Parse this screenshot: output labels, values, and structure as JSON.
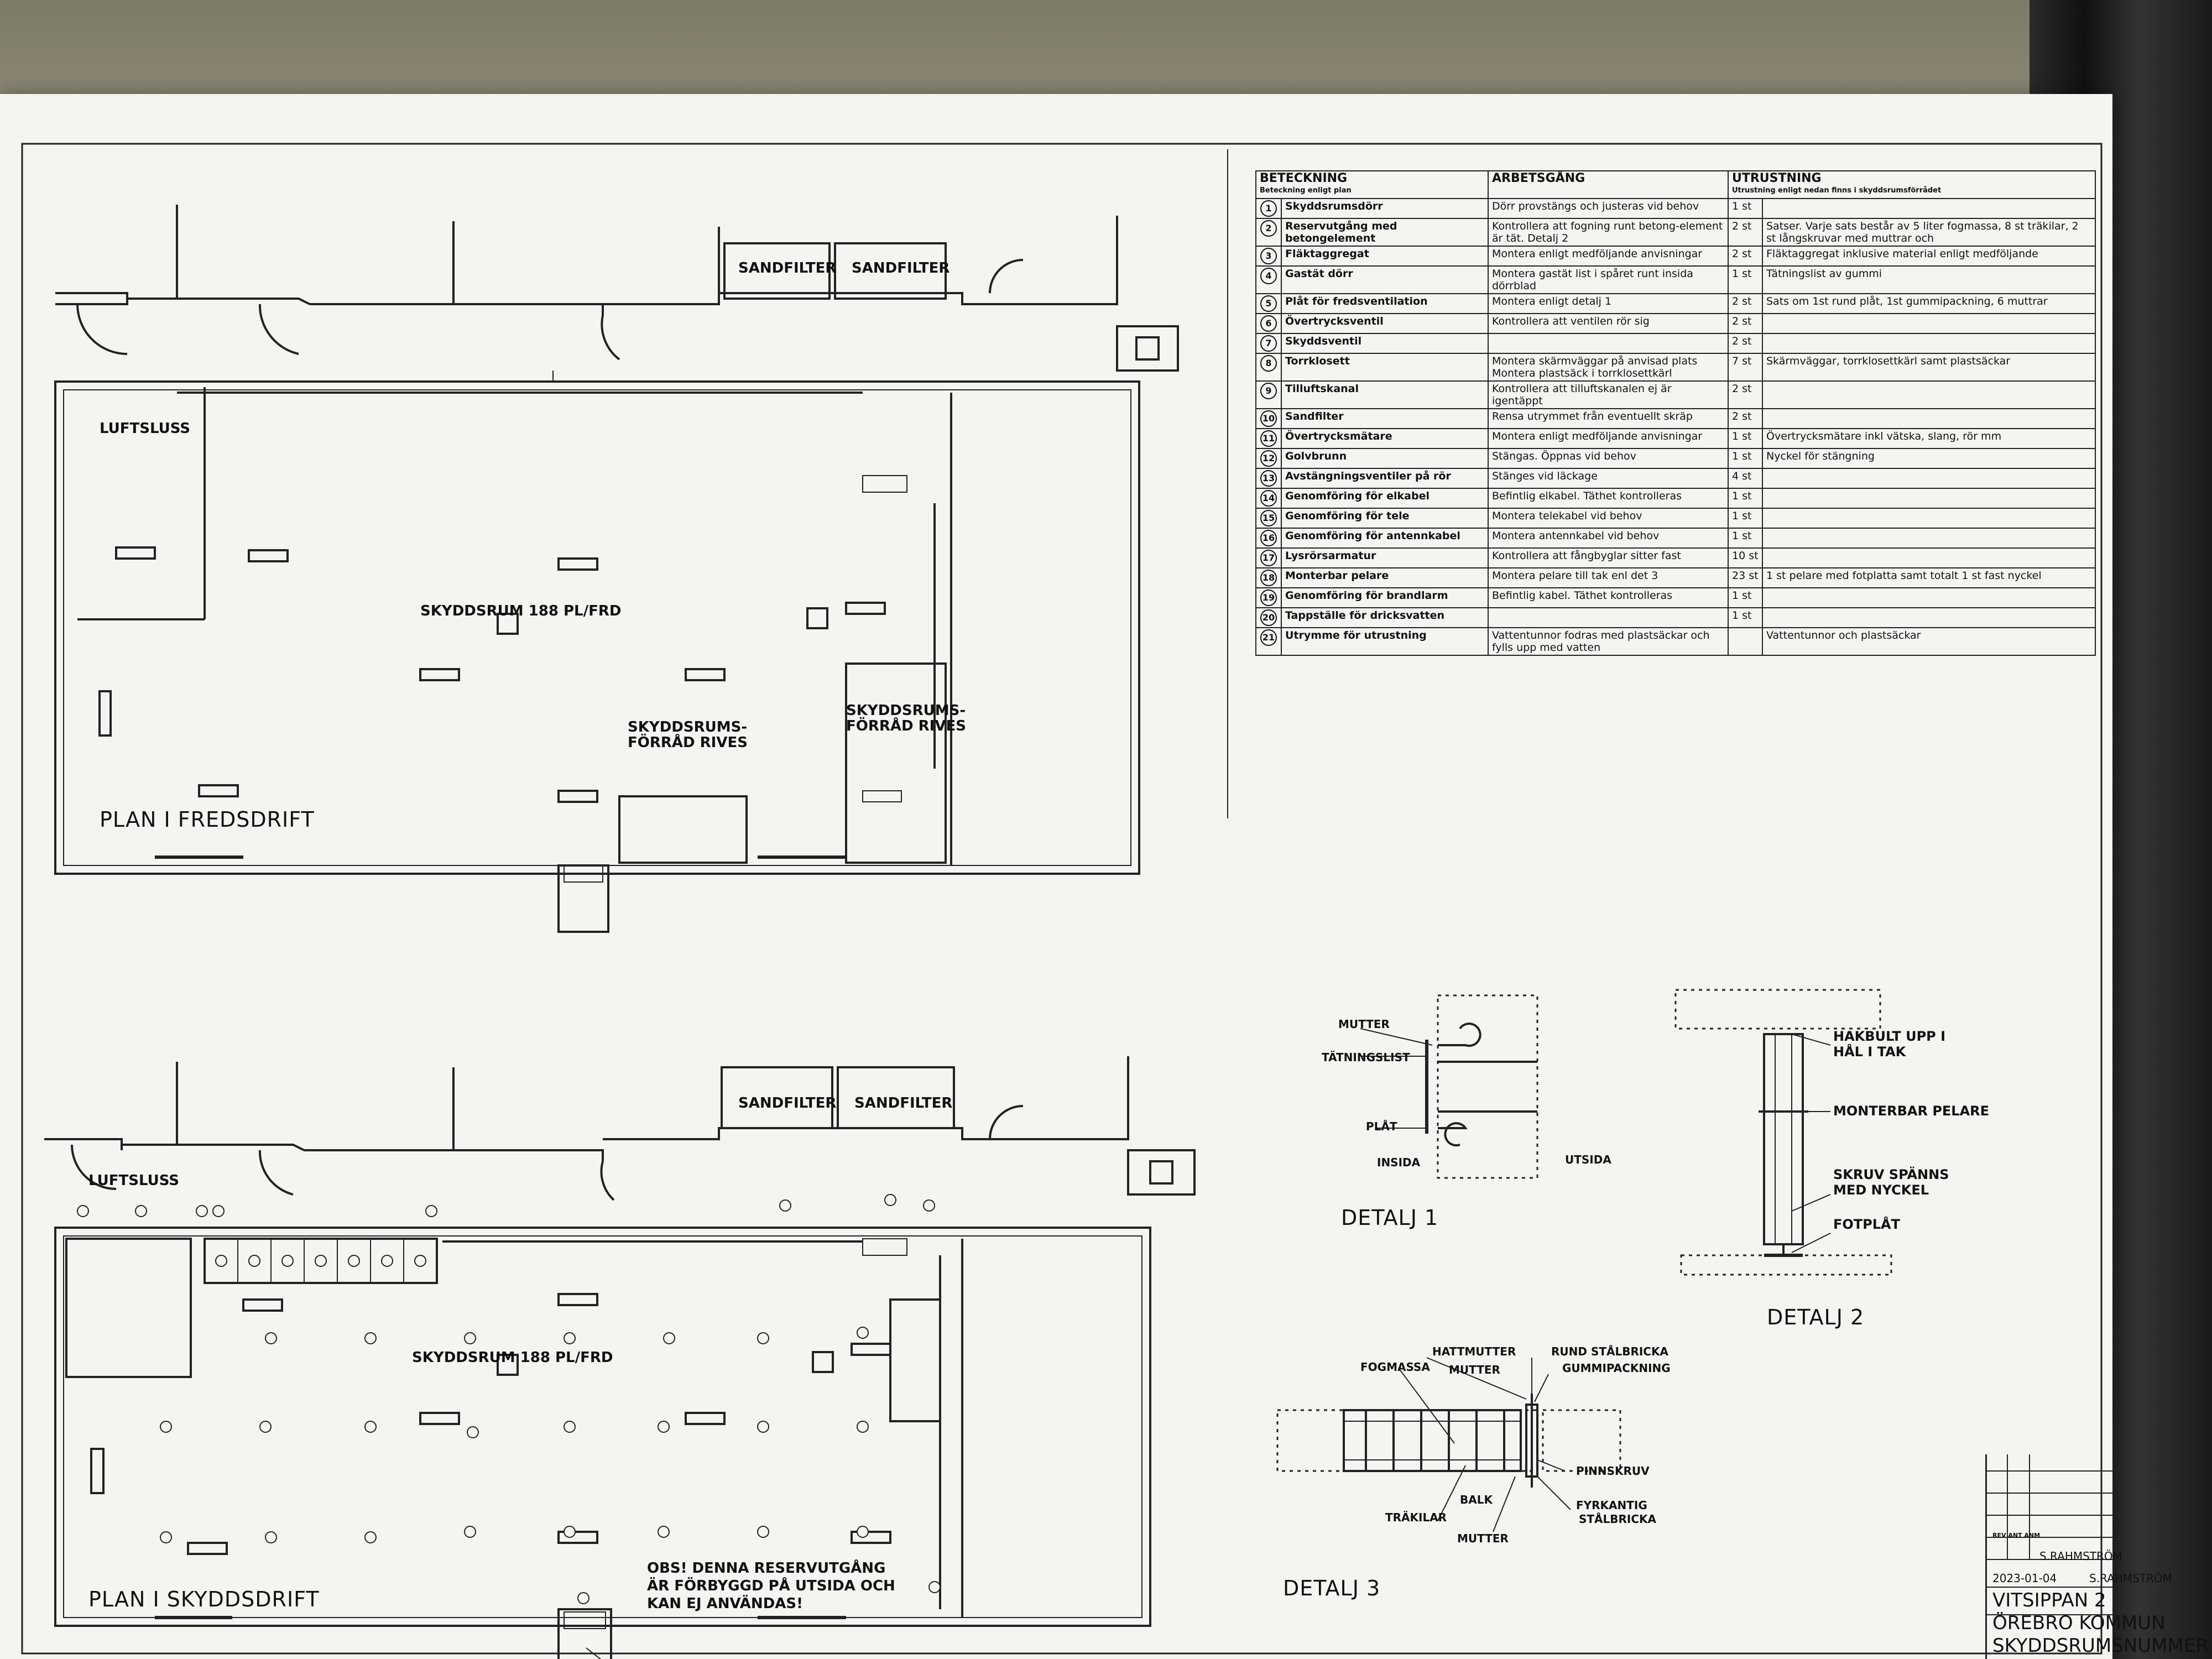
{
  "legend": {
    "headers": {
      "designation": "BETECKNING",
      "designation_sub": "Beteckning enligt plan",
      "procedure": "ARBETSGÅNG",
      "equipment": "UTRUSTNING",
      "equipment_sub": "Utrustning enligt nedan finns i skyddsrumsförrådet"
    },
    "rows": [
      {
        "no": "1",
        "name": "Skyddsrumsdörr",
        "work": "Dörr provstängs och justeras vid behov",
        "qty": "1 st",
        "equip": ""
      },
      {
        "no": "2",
        "name": "Reservutgång med betongelement",
        "work": "Kontrollera att fogning runt betong-element är tät. Detalj 2",
        "qty": "2 st",
        "equip": "Satser. Varje sats består av 5 liter fogmassa, 8 st träkilar, 2 st långskruvar med muttrar och"
      },
      {
        "no": "3",
        "name": "Fläktaggregat",
        "work": "Montera enligt medföljande anvisningar",
        "qty": "2 st",
        "equip": "Fläktaggregat inklusive material enligt medföljande"
      },
      {
        "no": "4",
        "name": "Gastät dörr",
        "work": "Montera gastät list i spåret runt insida dörrblad",
        "qty": "1 st",
        "equip": "Tätningslist av gummi"
      },
      {
        "no": "5",
        "name": "Plåt för fredsventilation",
        "work": "Montera enligt detalj 1",
        "qty": "2 st",
        "equip": "Sats om 1st rund plåt, 1st gummipackning, 6 muttrar"
      },
      {
        "no": "6",
        "name": "Övertrycksventil",
        "work": "Kontrollera att ventilen rör sig",
        "qty": "2 st",
        "equip": ""
      },
      {
        "no": "7",
        "name": "Skyddsventil",
        "work": "",
        "qty": "2 st",
        "equip": ""
      },
      {
        "no": "8",
        "name": "Torrklosett",
        "work": "Montera skärmväggar på anvisad plats Montera plastsäck i torrklosettkärl",
        "qty": "7 st",
        "equip": "Skärmväggar, torrklosettkärl samt plastsäckar"
      },
      {
        "no": "9",
        "name": "Tilluftskanal",
        "work": "Kontrollera att tilluftskanalen ej är igentäppt",
        "qty": "2 st",
        "equip": ""
      },
      {
        "no": "10",
        "name": "Sandfilter",
        "work": "Rensa utrymmet från eventuellt skräp",
        "qty": "2 st",
        "equip": ""
      },
      {
        "no": "11",
        "name": "Övertrycksmätare",
        "work": "Montera enligt medföljande anvisningar",
        "qty": "1 st",
        "equip": "Övertrycksmätare inkl vätska, slang, rör mm"
      },
      {
        "no": "12",
        "name": "Golvbrunn",
        "work": "Stängas. Öppnas vid behov",
        "qty": "1 st",
        "equip": "Nyckel för stängning"
      },
      {
        "no": "13",
        "name": "Avstängningsventiler på rör",
        "work": "Stänges vid läckage",
        "qty": "4 st",
        "equip": ""
      },
      {
        "no": "14",
        "name": "Genomföring för elkabel",
        "work": "Befintlig elkabel. Täthet kontrolleras",
        "qty": "1 st",
        "equip": ""
      },
      {
        "no": "15",
        "name": "Genomföring för tele",
        "work": "Montera telekabel vid behov",
        "qty": "1 st",
        "equip": ""
      },
      {
        "no": "16",
        "name": "Genomföring för antennkabel",
        "work": "Montera antennkabel vid behov",
        "qty": "1 st",
        "equip": ""
      },
      {
        "no": "17",
        "name": "Lysrörsarmatur",
        "work": "Kontrollera att fångbyglar sitter fast",
        "qty": "10 st",
        "equip": ""
      },
      {
        "no": "18",
        "name": "Monterbar pelare",
        "work": "Montera pelare till tak enl det 3",
        "qty": "23 st",
        "equip": "1 st pelare med fotplatta samt totalt 1 st fast nyckel"
      },
      {
        "no": "19",
        "name": "Genomföring för brandlarm",
        "work": "Befintlig kabel. Täthet kontrolleras",
        "qty": "1 st",
        "equip": ""
      },
      {
        "no": "20",
        "name": "Tappställe för dricksvatten",
        "work": "",
        "qty": "1 st",
        "equip": ""
      },
      {
        "no": "21",
        "name": "Utrymme för utrustning",
        "work": "Vattentunnor fodras med plastsäckar och fylls upp med vatten",
        "qty": "",
        "equip": "Vattentunnor och plastsäckar"
      }
    ]
  },
  "plan_top": {
    "title": "PLAN I FREDSDRIFT",
    "room_main": "SKYDDSRUM 188 PL/FRD",
    "room_airlock": "LUFTSLUSS",
    "sand1": "SANDFILTER",
    "sand2": "SANDFILTER",
    "storage1_a": "SKYDDSRUMS-",
    "storage1_b": "FÖRRÅD RIVES",
    "storage2_a": "SKYDDSRUMS-",
    "storage2_b": "FÖRRÅD RIVES"
  },
  "plan_bottom": {
    "title": "PLAN I SKYDDSDRIFT",
    "room_main": "SKYDDSRUM 188 PL/FRD",
    "room_airlock": "LUFTSLUSS",
    "sand1": "SANDFILTER",
    "sand2": "SANDFILTER",
    "note": "OBS! DENNA RESERVUTGÅNG ÄR FÖRBYGGD PÅ UTSIDA OCH KAN EJ ANVÄNDAS!"
  },
  "details": {
    "d1": {
      "title": "DETALJ 1",
      "mutter": "MUTTER",
      "list": "TÄTNINGSLIST",
      "plat": "PLÅT",
      "insida": "INSIDA",
      "utsida": "UTSIDA"
    },
    "d2": {
      "title": "DETALJ 2",
      "a": "HAKBULT UPP I",
      "a2": "HÅL I TAK",
      "b": "MONTERBAR PELARE",
      "c": "SKRUV SPÄNNS",
      "c2": "MED NYCKEL",
      "d": "FOTPLÅT"
    },
    "d3": {
      "title": "DETALJ 3",
      "hattmutter": "HATTMUTTER",
      "rund": "RUND STÅLBRICKA",
      "fogmassa": "FOGMASSA",
      "mutter": "MUTTER",
      "gummi": "GUMMIPACKNING",
      "pinnskruv": "PINNSKRUV",
      "balk": "BALK",
      "trakilar": "TRÄKILAR",
      "fyrkantig": "FYRKANTIG",
      "stalbricka": "STÅLBRICKA",
      "mutter2": "MUTTER"
    }
  },
  "titleblock": {
    "rev": "REV  ANT  ANM",
    "drawn": "S.RAHMSTRÖM",
    "date": "2023-01-04",
    "checked": "S.RAHMSTRÖM",
    "project": "VITSIPPAN 2",
    "municipality": "ÖREBRO KOMMUN",
    "subject": "SKYDDSRUMSNUMMER"
  }
}
